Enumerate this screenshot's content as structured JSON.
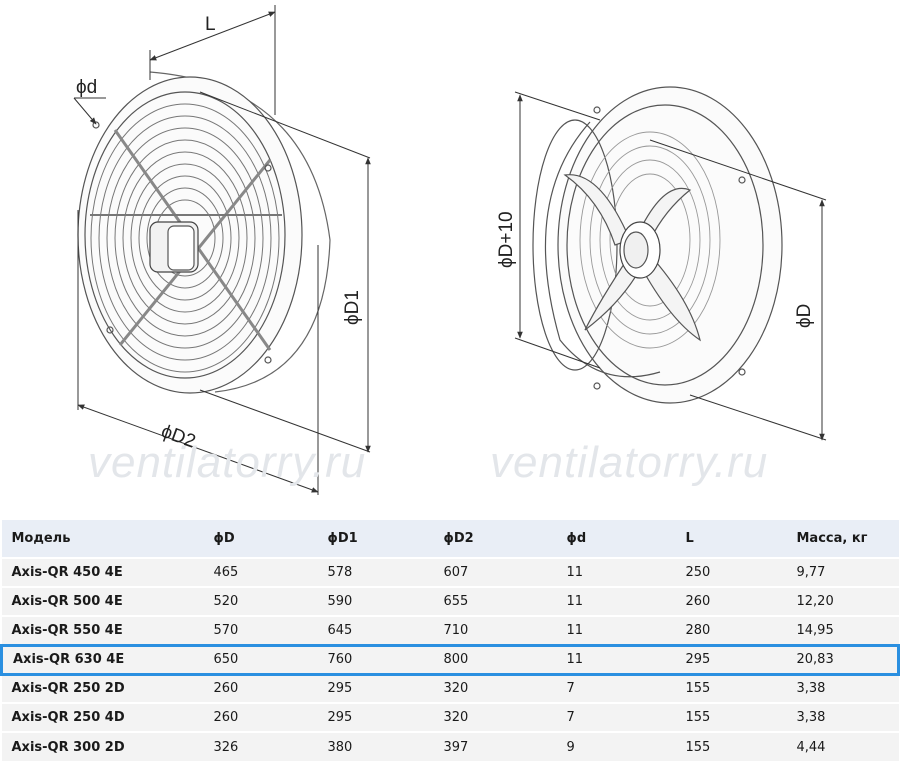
{
  "watermark": "ventilatorry.ru",
  "drawing": {
    "front_labels": {
      "d": "ϕd",
      "L": "L",
      "D1": "ϕD1",
      "D2": "ϕD2"
    },
    "back_labels": {
      "D10": "ϕD+10",
      "D": "ϕD"
    }
  },
  "table": {
    "headers": [
      "Модель",
      "ϕD",
      "ϕD1",
      "ϕD2",
      "ϕd",
      "L",
      "Масса, кг"
    ],
    "rows": [
      [
        "Axis-QR 450 4E",
        "465",
        "578",
        "607",
        "11",
        "250",
        "9,77"
      ],
      [
        "Axis-QR 500 4E",
        "520",
        "590",
        "655",
        "11",
        "260",
        "12,20"
      ],
      [
        "Axis-QR 550 4E",
        "570",
        "645",
        "710",
        "11",
        "280",
        "14,95"
      ],
      [
        "Axis-QR 630 4E",
        "650",
        "760",
        "800",
        "11",
        "295",
        "20,83"
      ],
      [
        "Axis-QR 250 2D",
        "260",
        "295",
        "320",
        "7",
        "155",
        "3,38"
      ],
      [
        "Axis-QR 250 4D",
        "260",
        "295",
        "320",
        "7",
        "155",
        "3,38"
      ],
      [
        "Axis-QR 300 2D",
        "326",
        "380",
        "397",
        "9",
        "155",
        "4,44"
      ]
    ],
    "selected_row": 3,
    "highlight_color": "#2a8fe0"
  }
}
